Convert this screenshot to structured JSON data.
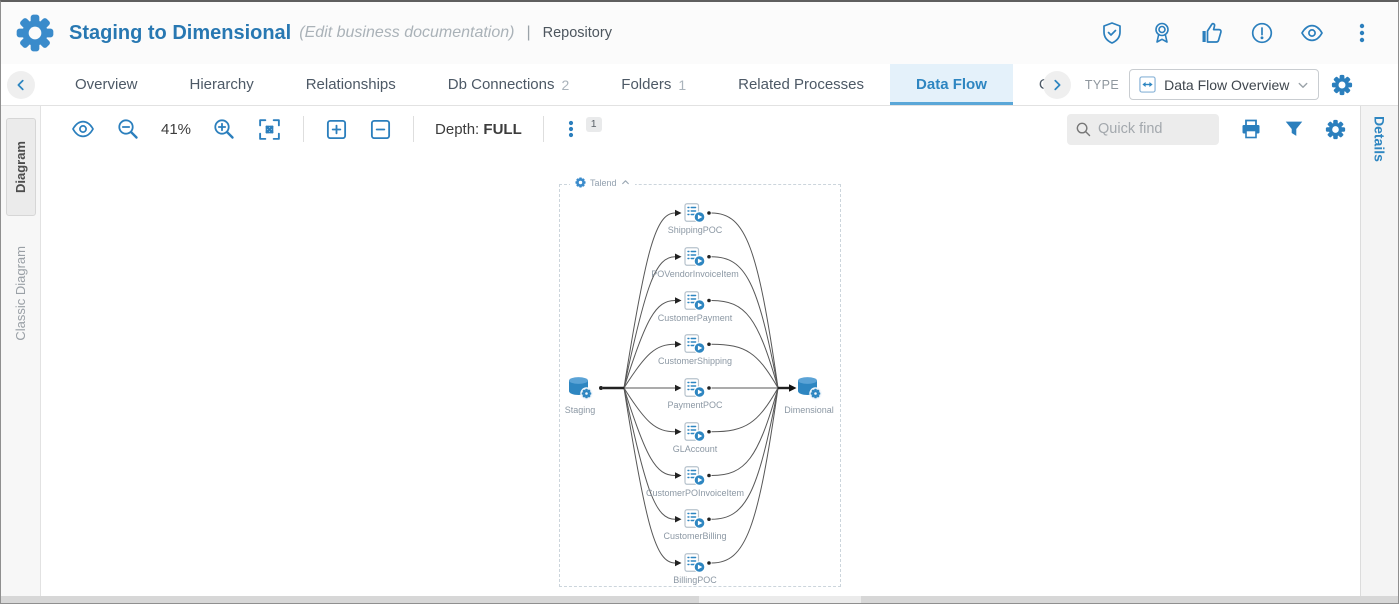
{
  "header": {
    "title": "Staging to Dimensional",
    "subtitle": "(Edit business documentation)",
    "separator": "|",
    "context": "Repository"
  },
  "tabs": {
    "items": [
      {
        "label": "Overview"
      },
      {
        "label": "Hierarchy"
      },
      {
        "label": "Relationships"
      },
      {
        "label": "Db Connections",
        "count": "2"
      },
      {
        "label": "Folders",
        "count": "1"
      },
      {
        "label": "Related Processes"
      },
      {
        "label": "Data Flow",
        "active": true
      },
      {
        "label": "Con"
      }
    ],
    "type_label": "TYPE",
    "type_value": "Data Flow Overview"
  },
  "left_rail": {
    "items": [
      {
        "label": "Diagram",
        "active": true
      },
      {
        "label": "Classic Diagram"
      }
    ]
  },
  "right_rail": {
    "label": "Details"
  },
  "toolbar": {
    "zoom_level": "41%",
    "depth_label": "Depth:",
    "depth_value": "FULL",
    "layers_badge": "1",
    "quick_find_placeholder": "Quick find"
  },
  "diagram": {
    "group_label": "Talend",
    "source": {
      "label": "Staging"
    },
    "target": {
      "label": "Dimensional"
    },
    "processes": [
      {
        "label": "ShippingPOC"
      },
      {
        "label": "POVendorInvoiceItem"
      },
      {
        "label": "CustomerPayment"
      },
      {
        "label": "CustomerShipping"
      },
      {
        "label": "PaymentPOC"
      },
      {
        "label": "GLAccount"
      },
      {
        "label": "CustomerPOInvoiceItem"
      },
      {
        "label": "CustomerBilling"
      },
      {
        "label": "BillingPOC"
      }
    ]
  },
  "colors": {
    "accent_blue": "#2e86c1",
    "title_blue": "#2878b2",
    "active_tab_bg": "#e4f1fa",
    "active_tab_underline": "#5aa7d8",
    "edge_gray": "#555555",
    "label_gray": "#8c98a4"
  }
}
